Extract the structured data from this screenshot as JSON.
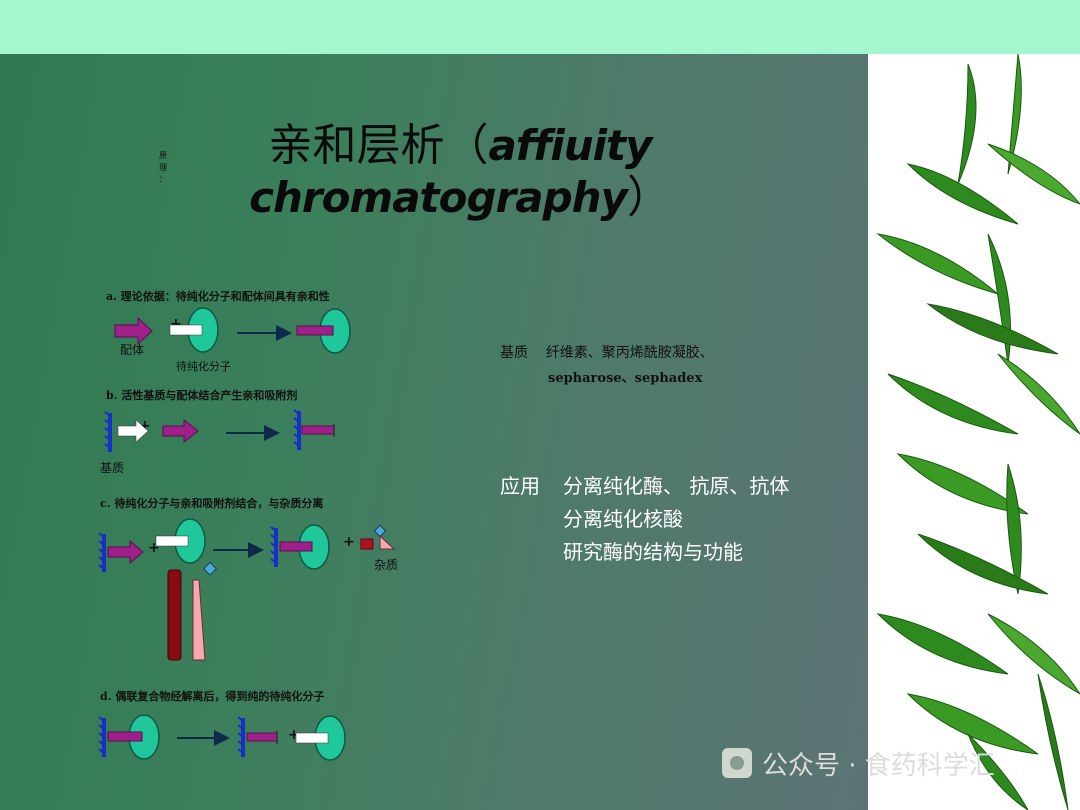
{
  "slide": {
    "title_cn": "亲和层析（",
    "title_en_1": "affiuity",
    "title_en_2": "chromatography",
    "title_close": "）",
    "vertical_note": [
      "原",
      "理",
      "："
    ]
  },
  "diagram": {
    "step_a_caption": "a. 理论依据：待纯化分子和配体间具有亲和性",
    "ligand_label": "配体",
    "target_label": "待纯化分子",
    "step_b_caption": "b. 活性基质与配体结合产生亲和吸附剂",
    "matrix_label": "基质",
    "step_c_caption": "c. 待纯化分子与亲和吸附剂结合，与杂质分离",
    "impurity_label": "杂质",
    "step_d_caption": "d. 偶联复合物经解离后，得到纯的待纯化分子",
    "plus": "+"
  },
  "right": {
    "matrix_line1_key": "基质",
    "matrix_line1_value": "纤维素、聚丙烯酰胺凝胶、",
    "matrix_line2": "sepharose、sephadex",
    "app_key": "应用",
    "app_lines": [
      "分离纯化酶、 抗原、抗体",
      "分离纯化核酸",
      "研究酶的结构与功能"
    ]
  },
  "watermark": {
    "text": "公众号 · 食药科学汇"
  },
  "colors": {
    "top_band": "#a4f6cf",
    "slide_bg": "#3c7f5c",
    "ligand_magenta": "#a0208a",
    "molecule_green": "#1fc79a",
    "matrix_blue": "#1530c8",
    "arrow_navy": "#0e2a4a"
  }
}
